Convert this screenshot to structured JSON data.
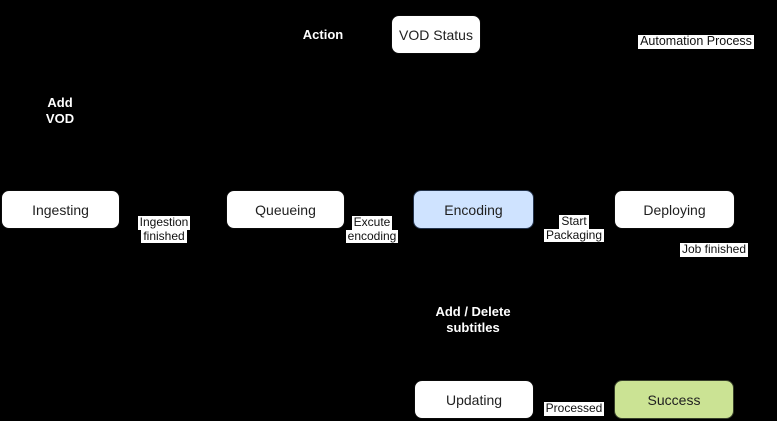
{
  "colors": {
    "background": "#000000",
    "node_fill": "#ffffff",
    "node_text": "#1f1f1f",
    "encoding_fill": "#cfe3ff",
    "encoding_border": "#24344d",
    "success_fill": "#cbe394",
    "success_border": "#373f2a",
    "annotation_text": "#ffffff",
    "edge_label_bg": "#ffffff"
  },
  "annotations": {
    "action": {
      "label": "Action"
    },
    "add_vod": {
      "line1": "Add",
      "line2": "VOD"
    },
    "add_delete_subtitles": {
      "line1": "Add / Delete",
      "line2": "subtitles"
    }
  },
  "nodes": {
    "vod_status": {
      "label": "VOD Status"
    },
    "ingesting": {
      "label": "Ingesting"
    },
    "queueing": {
      "label": "Queueing"
    },
    "encoding": {
      "label": "Encoding"
    },
    "deploying": {
      "label": "Deploying"
    },
    "updating": {
      "label": "Updating"
    },
    "success": {
      "label": "Success"
    }
  },
  "edge_labels": {
    "automation_process": {
      "label": "Automation Process"
    },
    "ingestion_finished": {
      "line1": "Ingestion",
      "line2": "finished"
    },
    "excute_encoding": {
      "line1": "Excute",
      "line2": "encoding"
    },
    "start_packaging": {
      "line1": "Start",
      "line2": "Packaging"
    },
    "job_finished": {
      "label": "Job finished"
    },
    "processed": {
      "label": "Processed"
    }
  }
}
